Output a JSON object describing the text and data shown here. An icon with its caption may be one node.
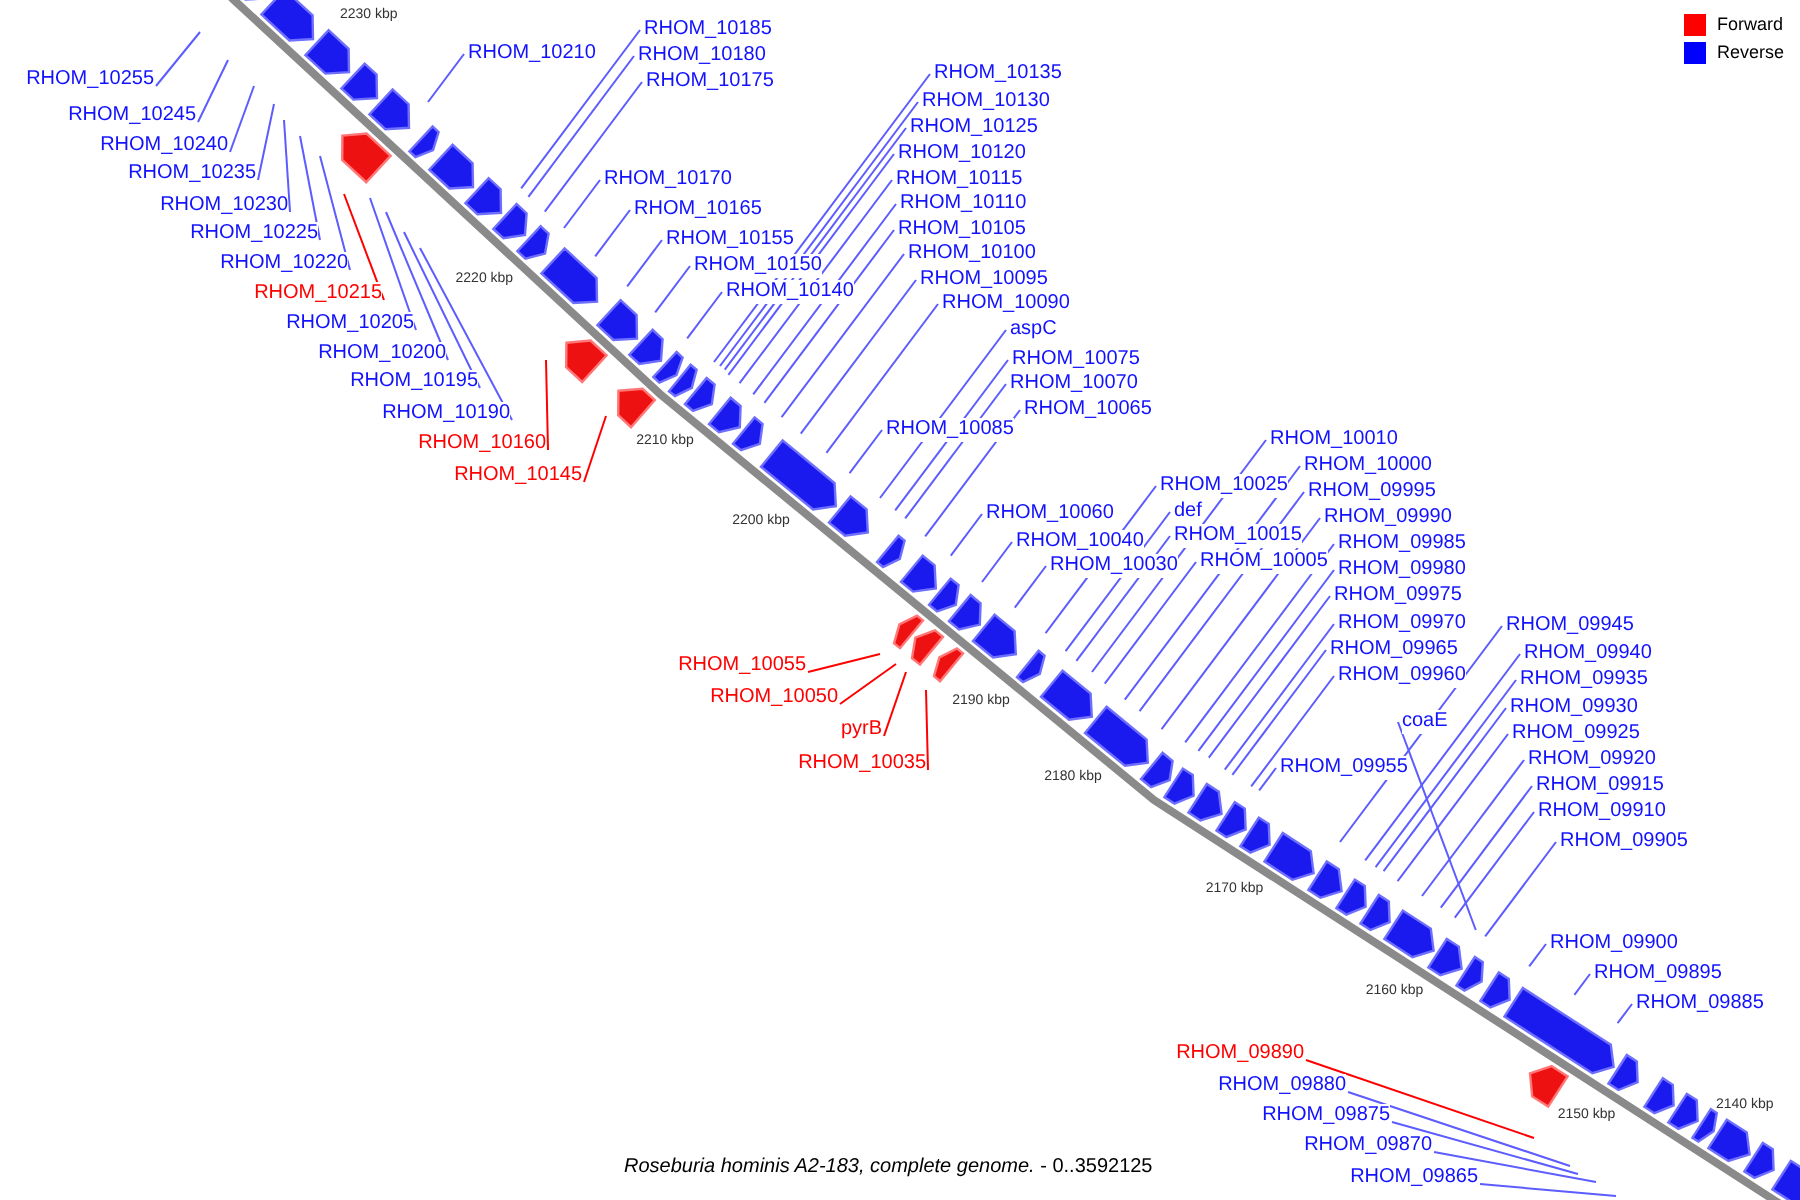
{
  "diagram": {
    "caption": "*Roseburia hominis A2-183, complete genome.* - 0..3592125",
    "nodes": [
      {
        "text": [
          "RHOM_10255"
        ]
      },
      {
        "text": [
          "RHOM_10245"
        ]
      },
      {
        "text": [
          "RHOM_10240"
        ]
      },
      {
        "text": [
          "RHOM_10235"
        ]
      },
      {
        "text": [
          "RHOM_10230"
        ]
      },
      {
        "text": [
          "RHOM_10225"
        ]
      },
      {
        "text": [
          "RHOM_10220"
        ]
      },
      {
        "text": [
          "RHOM_10215"
        ]
      },
      {
        "text": [
          "RHOM_10205"
        ]
      },
      {
        "text": [
          "RHOM_10200"
        ]
      },
      {
        "text": [
          "RHOM_10195"
        ]
      },
      {
        "text": [
          "RHOM_10190"
        ]
      },
      {
        "text": [
          "RHOM_10160"
        ]
      },
      {
        "text": [
          "RHOM_10145"
        ]
      },
      {
        "text": [
          "RHOM_10055"
        ]
      },
      {
        "text": [
          "RHOM_10050"
        ]
      },
      {
        "text": [
          "pyrB"
        ]
      },
      {
        "text": [
          "RHOM_10035"
        ]
      },
      {
        "text": [
          "RHOM_09890"
        ]
      },
      {
        "text": [
          "RHOM_09880"
        ]
      },
      {
        "text": [
          "RHOM_09875"
        ]
      },
      {
        "text": [
          "RHOM_09870"
        ]
      },
      {
        "text": [
          "RHOM_09865"
        ]
      },
      {
        "text": [
          "RHOM_10210"
        ]
      },
      {
        "text": [
          "RHOM_10185"
        ]
      },
      {
        "text": [
          "RHOM_10180"
        ]
      },
      {
        "text": [
          "RHOM_10175"
        ]
      },
      {
        "text": [
          "RHOM_10170"
        ]
      },
      {
        "text": [
          "RHOM_10165"
        ]
      },
      {
        "text": [
          "RHOM_10155"
        ]
      },
      {
        "text": [
          "RHOM_10150"
        ]
      },
      {
        "text": [
          "RHOM_10140"
        ]
      },
      {
        "text": [
          "RHOM_10135"
        ]
      },
      {
        "text": [
          "RHOM_10130"
        ]
      },
      {
        "text": [
          "RHOM_10125"
        ]
      },
      {
        "text": [
          "RHOM_10120"
        ]
      },
      {
        "text": [
          "RHOM_10115"
        ]
      },
      {
        "text": [
          "RHOM_10110"
        ]
      },
      {
        "text": [
          "RHOM_10105"
        ]
      },
      {
        "text": [
          "RHOM_10100"
        ]
      },
      {
        "text": [
          "RHOM_10095"
        ]
      },
      {
        "text": [
          "RHOM_10090"
        ]
      },
      {
        "text": [
          "aspC"
        ]
      },
      {
        "text": [
          "RHOM_10075"
        ]
      },
      {
        "text": [
          "RHOM_10070"
        ]
      },
      {
        "text": [
          "RHOM_10065"
        ]
      },
      {
        "text": [
          "RHOM_10085"
        ]
      },
      {
        "text": [
          "RHOM_10060"
        ]
      },
      {
        "text": [
          "RHOM_10040"
        ]
      },
      {
        "text": [
          "RHOM_10030"
        ]
      },
      {
        "text": [
          "RHOM_10025"
        ]
      },
      {
        "text": [
          "def"
        ]
      },
      {
        "text": [
          "RHOM_10015"
        ]
      },
      {
        "text": [
          "RHOM_10005"
        ]
      },
      {
        "text": [
          "RHOM_10010"
        ]
      },
      {
        "text": [
          "RHOM_10000"
        ]
      },
      {
        "text": [
          "RHOM_09995"
        ]
      },
      {
        "text": [
          "RHOM_09990"
        ]
      },
      {
        "text": [
          "RHOM_09985"
        ]
      },
      {
        "text": [
          "RHOM_09980"
        ]
      },
      {
        "text": [
          "RHOM_09975"
        ]
      },
      {
        "text": [
          "RHOM_09970"
        ]
      },
      {
        "text": [
          "RHOM_09965"
        ]
      },
      {
        "text": [
          "RHOM_09960"
        ]
      },
      {
        "text": [
          "RHOM_09955"
        ]
      },
      {
        "text": [
          "coaE"
        ]
      },
      {
        "text": [
          "RHOM_09945"
        ]
      },
      {
        "text": [
          "RHOM_09940"
        ]
      },
      {
        "text": [
          "RHOM_09935"
        ]
      },
      {
        "text": [
          "RHOM_09930"
        ]
      },
      {
        "text": [
          "RHOM_09925"
        ]
      },
      {
        "text": [
          "RHOM_09920"
        ]
      },
      {
        "text": [
          "RHOM_09915"
        ]
      },
      {
        "text": [
          "RHOM_09910"
        ]
      },
      {
        "text": [
          "RHOM_09905"
        ]
      },
      {
        "text": [
          "RHOM_09900"
        ]
      },
      {
        "text": [
          "RHOM_09895"
        ]
      },
      {
        "text": [
          "RHOM_09885"
        ]
      }
    ],
    "edges": [
      {
        "from": 0,
        "to": null,
        "arrow": "none"
      },
      {
        "from": 1,
        "to": null,
        "arrow": "none"
      },
      {
        "from": 2,
        "to": null,
        "arrow": "none"
      },
      {
        "from": 3,
        "to": null,
        "arrow": "none"
      },
      {
        "from": 4,
        "to": null,
        "arrow": "none"
      },
      {
        "from": 5,
        "to": null,
        "arrow": "none"
      },
      {
        "from": 6,
        "to": null,
        "arrow": "none"
      },
      {
        "from": 7,
        "to": null,
        "arrow": "none",
        "color": "#ff0000"
      },
      {
        "from": 8,
        "to": null,
        "arrow": "none"
      },
      {
        "from": 9,
        "to": null,
        "arrow": "none"
      },
      {
        "from": 10,
        "to": null,
        "arrow": "none"
      },
      {
        "from": 11,
        "to": null,
        "arrow": "none"
      },
      {
        "from": 12,
        "to": null,
        "arrow": "none",
        "color": "#ff0000"
      },
      {
        "from": 13,
        "to": null,
        "arrow": "none",
        "color": "#ff0000"
      },
      {
        "from": 14,
        "to": null,
        "arrow": "none",
        "color": "#ff0000"
      },
      {
        "from": 15,
        "to": null,
        "arrow": "none",
        "color": "#ff0000"
      },
      {
        "from": 16,
        "to": null,
        "arrow": "none",
        "color": "#ff0000"
      },
      {
        "from": 17,
        "to": null,
        "arrow": "none",
        "color": "#ff0000"
      },
      {
        "from": 18,
        "to": null,
        "arrow": "none",
        "color": "#ff0000"
      },
      {
        "from": 19,
        "to": null,
        "arrow": "none"
      },
      {
        "from": 20,
        "to": null,
        "arrow": "none"
      },
      {
        "from": 21,
        "to": null,
        "arrow": "none"
      },
      {
        "from": 22,
        "to": null,
        "arrow": "none"
      },
      {
        "from": 23,
        "to": null,
        "arrow": "none"
      },
      {
        "from": 24,
        "to": null,
        "arrow": "none"
      },
      {
        "from": 25,
        "to": null,
        "arrow": "none"
      },
      {
        "from": 26,
        "to": null,
        "arrow": "none"
      },
      {
        "from": 27,
        "to": null,
        "arrow": "none"
      },
      {
        "from": 28,
        "to": null,
        "arrow": "none"
      },
      {
        "from": 29,
        "to": null,
        "arrow": "none"
      },
      {
        "from": 30,
        "to": null,
        "arrow": "none"
      },
      {
        "from": 31,
        "to": null,
        "arrow": "none"
      },
      {
        "from": 32,
        "to": null,
        "arrow": "none"
      },
      {
        "from": 33,
        "to": null,
        "arrow": "none"
      },
      {
        "from": 34,
        "to": null,
        "arrow": "none"
      },
      {
        "from": 35,
        "to": null,
        "arrow": "none"
      },
      {
        "from": 36,
        "to": null,
        "arrow": "none"
      },
      {
        "from": 37,
        "to": null,
        "arrow": "none"
      },
      {
        "from": 38,
        "to": null,
        "arrow": "none"
      },
      {
        "from": 39,
        "to": null,
        "arrow": "none"
      },
      {
        "from": 40,
        "to": null,
        "arrow": "none"
      },
      {
        "from": 41,
        "to": null,
        "arrow": "none"
      },
      {
        "from": 42,
        "to": null,
        "arrow": "none"
      },
      {
        "from": 43,
        "to": null,
        "arrow": "none"
      },
      {
        "from": 44,
        "to": null,
        "arrow": "none"
      },
      {
        "from": 45,
        "to": null,
        "arrow": "none"
      },
      {
        "from": 46,
        "to": null,
        "arrow": "none"
      },
      {
        "from": 47,
        "to": null,
        "arrow": "none"
      },
      {
        "from": 48,
        "to": null,
        "arrow": "none"
      },
      {
        "from": 49,
        "to": null,
        "arrow": "none"
      },
      {
        "from": 50,
        "to": null,
        "arrow": "none"
      },
      {
        "from": 51,
        "to": null,
        "arrow": "none"
      },
      {
        "from": 52,
        "to": null,
        "arrow": "none"
      },
      {
        "from": 53,
        "to": null,
        "arrow": "none"
      },
      {
        "from": 54,
        "to": null,
        "arrow": "none"
      },
      {
        "from": 55,
        "to": null,
        "arrow": "none"
      },
      {
        "from": 56,
        "to": null,
        "arrow": "none"
      },
      {
        "from": 57,
        "to": null,
        "arrow": "none"
      },
      {
        "from": 58,
        "to": null,
        "arrow": "none"
      },
      {
        "from": 59,
        "to": null,
        "arrow": "none"
      },
      {
        "from": 60,
        "to": null,
        "arrow": "none"
      },
      {
        "from": 61,
        "to": null,
        "arrow": "none"
      },
      {
        "from": 62,
        "to": null,
        "arrow": "none"
      },
      {
        "from": 63,
        "to": null,
        "arrow": "none"
      },
      {
        "from": 64,
        "to": null,
        "arrow": "none"
      },
      {
        "from": 65,
        "to": null,
        "arrow": "none"
      },
      {
        "from": 66,
        "to": null,
        "arrow": "none"
      },
      {
        "from": 67,
        "to": null,
        "arrow": "none"
      },
      {
        "from": 68,
        "to": null,
        "arrow": "none"
      },
      {
        "from": 69,
        "to": null,
        "arrow": "none"
      },
      {
        "from": 70,
        "to": null,
        "arrow": "none"
      },
      {
        "from": 71,
        "to": null,
        "arrow": "none"
      },
      {
        "from": 72,
        "to": null,
        "arrow": "none"
      },
      {
        "from": 73,
        "to": null,
        "arrow": "none"
      },
      {
        "from": 74,
        "to": null,
        "arrow": "none"
      },
      {
        "from": 75,
        "to": null,
        "arrow": "none"
      },
      {
        "from": 76,
        "to": null,
        "arrow": "none"
      },
      {
        "from": 77,
        "to": null,
        "arrow": "none"
      }
    ],
    "labels": [
      "2230 kbp",
      "2220 kbp",
      "2210 kbp",
      "2200 kbp",
      "2190 kbp",
      "2180 kbp",
      "2170 kbp",
      "2160 kbp",
      "2150 kbp",
      "2140 kbp"
    ],
    "legend": [
      {
        "text": "Forward",
        "color": "#ff0000"
      },
      {
        "text": "Reverse",
        "color": "#0000ff"
      }
    ]
  }
}
